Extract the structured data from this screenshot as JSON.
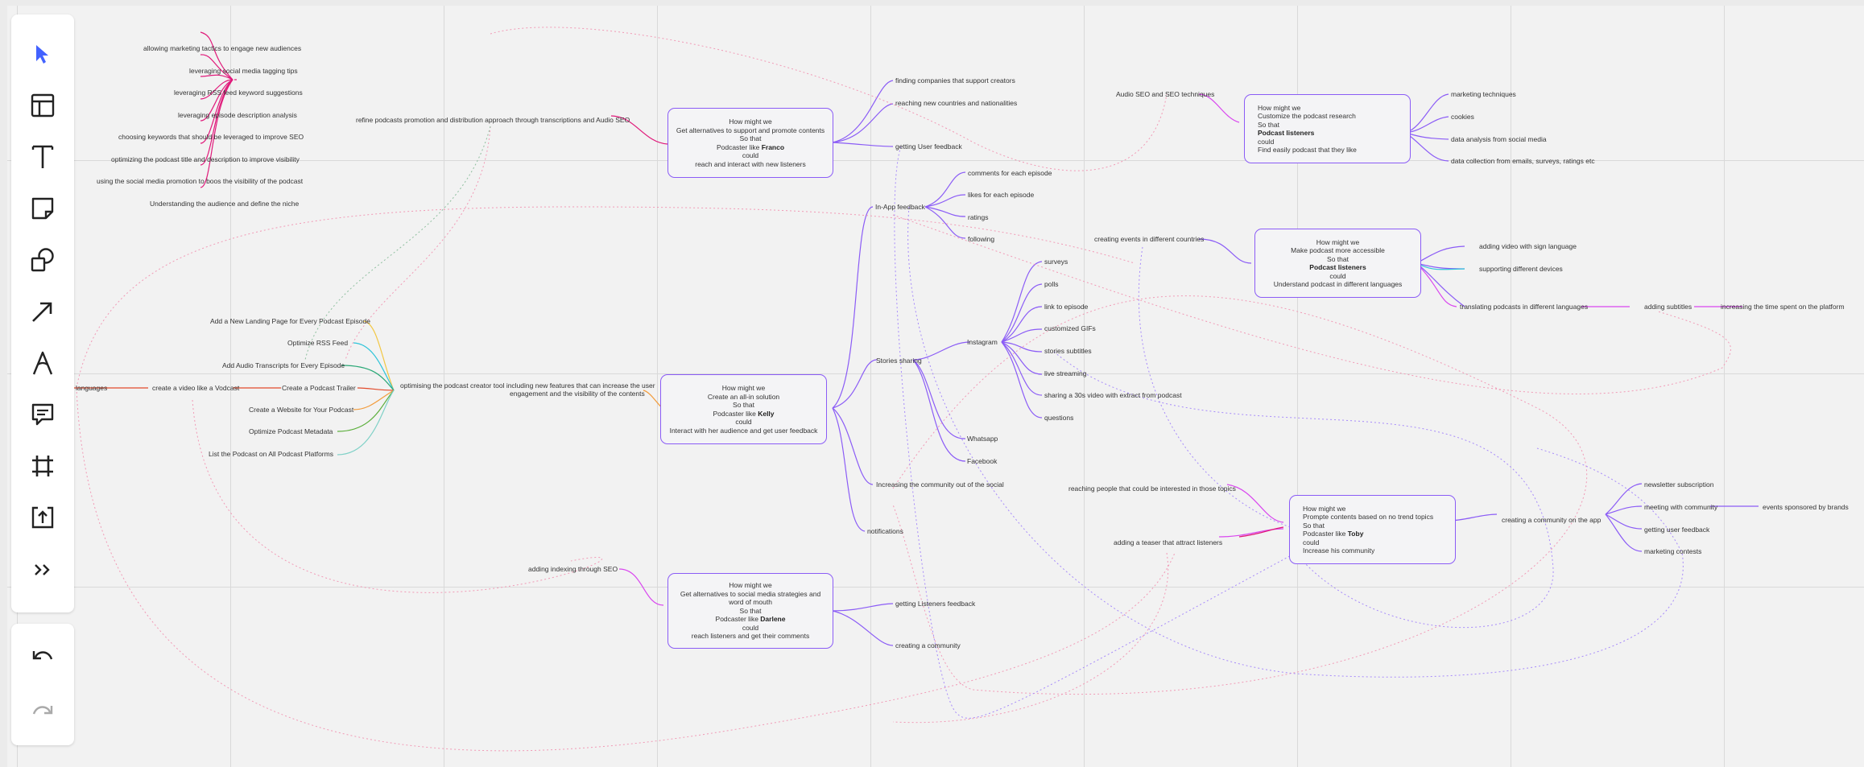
{
  "toolbar": {
    "tools": [
      "select-icon",
      "template-icon",
      "text-icon",
      "sticky-note-icon",
      "shapes-icon",
      "arrow-icon",
      "pen-icon",
      "comment-icon",
      "frame-icon",
      "upload-icon",
      "more-icon"
    ],
    "undo_icon": "undo-icon",
    "redo_icon": "redo-icon"
  },
  "colors": {
    "accent": "#4262ff",
    "card_border": "#8b5cf6",
    "pink": "#e0197a",
    "magenta": "#d946ef",
    "purple": "#8b5cf6"
  },
  "left_branch": {
    "root": "refine podcasts promotion and distribution approach through transcriptions and Audio SEO",
    "items": [
      "allowing marketing tactics to engage new audiences",
      "leveraging social media tagging tips",
      "leveraging RSS feed keyword suggestions",
      "leveraging episode description analysis",
      "choosing keywords that should be leveraged to improve SEO",
      "optimizing the podcast title and description to improve visibility",
      "using the social media promotion to boos the visibility of the podcast",
      "Understanding the audience and define the niche"
    ]
  },
  "creator_branch": {
    "root_line1": "optimising the podcast creator tool including new features that can increase the user",
    "root_line2": "engagement and the visibility of the contents",
    "items": [
      "Add a New Landing Page for Every Podcast Episode",
      "Optimize  RSS Feed",
      "Add Audio Transcripts for Every Episode",
      "Create a Podcast Trailer",
      "Create a Website for Your Podcast",
      "Optimize Podcast Metadata",
      "List the Podcast on All Podcast Platforms"
    ],
    "vodcast": "create a video like a Vodcast",
    "languages": "languages"
  },
  "card_franco": {
    "l1": "How might we",
    "l2": "Get alternatives to support and promote contents",
    "l3": "So that",
    "l4a": "Podcaster like ",
    "l4b": "Franco",
    "l5": "could",
    "l6": "reach and interact with new listeners"
  },
  "franco_items": [
    "finding companies that support creators",
    "reaching new countries and nationalities",
    "getting User feedback"
  ],
  "card_kelly": {
    "l1": "How might we",
    "l2": "Create an all-in solution",
    "l3": "So that",
    "l4a": "Podcaster like ",
    "l4b": "Kelly",
    "l5": "could",
    "l6": "Interact with her audience and get user feedback"
  },
  "kelly_items": {
    "inapp": "In-App feedback",
    "stories": "Stories sharing",
    "increasing": "Increasing the community out of the social",
    "notifications": "notifications"
  },
  "inapp_items": [
    "comments for each episode",
    "likes for each episode",
    "ratings",
    "following"
  ],
  "stories_items": {
    "instagram": "Instagram",
    "whatsapp": "Whatsapp",
    "facebook": "Facebook"
  },
  "instagram_items": [
    "surveys",
    "polls",
    "link to episode",
    "customized GIFs",
    "stories subtitles",
    "live streaming",
    "sharing a 30s video with extract from podcast",
    "questions"
  ],
  "card_darlene": {
    "l1": "How might we",
    "l2": "Get alternatives to social media strategies and",
    "l2b": "word of mouth",
    "l3": "So that",
    "l4a": "Podcaster like ",
    "l4b": "Darlene",
    "l5": "could",
    "l6": "reach listeners and get their comments"
  },
  "darlene_items": {
    "seo": "adding indexing through SEO",
    "feedback": "getting Listeners feedback",
    "community": "creating a community"
  },
  "card_research": {
    "l1": "How might we",
    "l2": "Customize the podcast research",
    "l3": "So that",
    "l4": "Podcast listeners",
    "l5": "could",
    "l6": "Find easily podcast that they like"
  },
  "research_items": {
    "input": "Audio SEO and SEO techniques",
    "outs": [
      "marketing techniques",
      "cookies",
      "data analysis from social media",
      "data collection from emails, surveys, ratings etc"
    ]
  },
  "card_access": {
    "l1": "How might we",
    "l2": "Make podcast more accessible",
    "l3": "So that",
    "l4": "Podcast listeners",
    "l5": "could",
    "l6": "Understand podcast in different languages"
  },
  "access_items": {
    "input": "creating events in different countries",
    "outs": [
      "adding video with sign language",
      "supporting different devices",
      "translating podcasts in different languages"
    ],
    "subtitles": "adding subtitles",
    "time": "increasing the time spent on the platform"
  },
  "card_toby": {
    "l1": "How might we",
    "l2": "Prompte contents based on no trend topics",
    "l3": "So that",
    "l4a": "Podcaster like ",
    "l4b": "Toby",
    "l5": "could",
    "l6": "Increase his community"
  },
  "toby_items": {
    "in1": "reaching people that could be interested in those topics",
    "in2": "adding a teaser that attract listeners",
    "community": "creating a community on the app",
    "outs": [
      "newsletter subscription",
      "meeting with community",
      "getting user feedback",
      "marketing contests"
    ],
    "sponsored": "events sponsored by brands"
  }
}
